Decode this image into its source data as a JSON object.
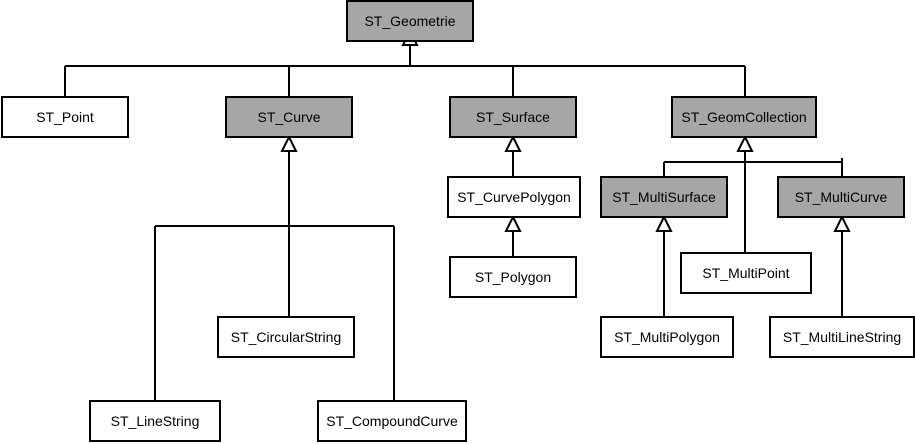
{
  "colors": {
    "abstract_fill": "#a6a6a6",
    "concrete_fill": "#ffffff",
    "stroke": "#000000",
    "background": "#ffffff"
  },
  "nodes": [
    {
      "id": "geometrie",
      "label": "ST_Geometrie",
      "abstract": true
    },
    {
      "id": "point",
      "label": "ST_Point",
      "abstract": false
    },
    {
      "id": "curve",
      "label": "ST_Curve",
      "abstract": true
    },
    {
      "id": "surface",
      "label": "ST_Surface",
      "abstract": true
    },
    {
      "id": "geomcollection",
      "label": "ST_GeomCollection",
      "abstract": true
    },
    {
      "id": "curvepolygon",
      "label": "ST_CurvePolygon",
      "abstract": false
    },
    {
      "id": "polygon",
      "label": "ST_Polygon",
      "abstract": false
    },
    {
      "id": "multisurface",
      "label": "ST_MultiSurface",
      "abstract": true
    },
    {
      "id": "multicurve",
      "label": "ST_MultiCurve",
      "abstract": true
    },
    {
      "id": "multipoint",
      "label": "ST_MultiPoint",
      "abstract": false
    },
    {
      "id": "circularstring",
      "label": "ST_CircularString",
      "abstract": false
    },
    {
      "id": "multipolygon",
      "label": "ST_MultiPolygon",
      "abstract": false
    },
    {
      "id": "multilinestring",
      "label": "ST_MultiLineString",
      "abstract": false
    },
    {
      "id": "linestring",
      "label": "ST_LineString",
      "abstract": false
    },
    {
      "id": "compoundcurve",
      "label": "ST_CompoundCurve",
      "abstract": false
    }
  ],
  "edges": [
    {
      "from": "point",
      "to": "geometrie"
    },
    {
      "from": "curve",
      "to": "geometrie"
    },
    {
      "from": "surface",
      "to": "geometrie"
    },
    {
      "from": "geomcollection",
      "to": "geometrie"
    },
    {
      "from": "linestring",
      "to": "curve"
    },
    {
      "from": "circularstring",
      "to": "curve"
    },
    {
      "from": "compoundcurve",
      "to": "curve"
    },
    {
      "from": "curvepolygon",
      "to": "surface"
    },
    {
      "from": "polygon",
      "to": "curvepolygon"
    },
    {
      "from": "multisurface",
      "to": "geomcollection"
    },
    {
      "from": "multipoint",
      "to": "geomcollection"
    },
    {
      "from": "multicurve",
      "to": "geomcollection"
    },
    {
      "from": "multipolygon",
      "to": "multisurface"
    },
    {
      "from": "multilinestring",
      "to": "multicurve"
    }
  ]
}
